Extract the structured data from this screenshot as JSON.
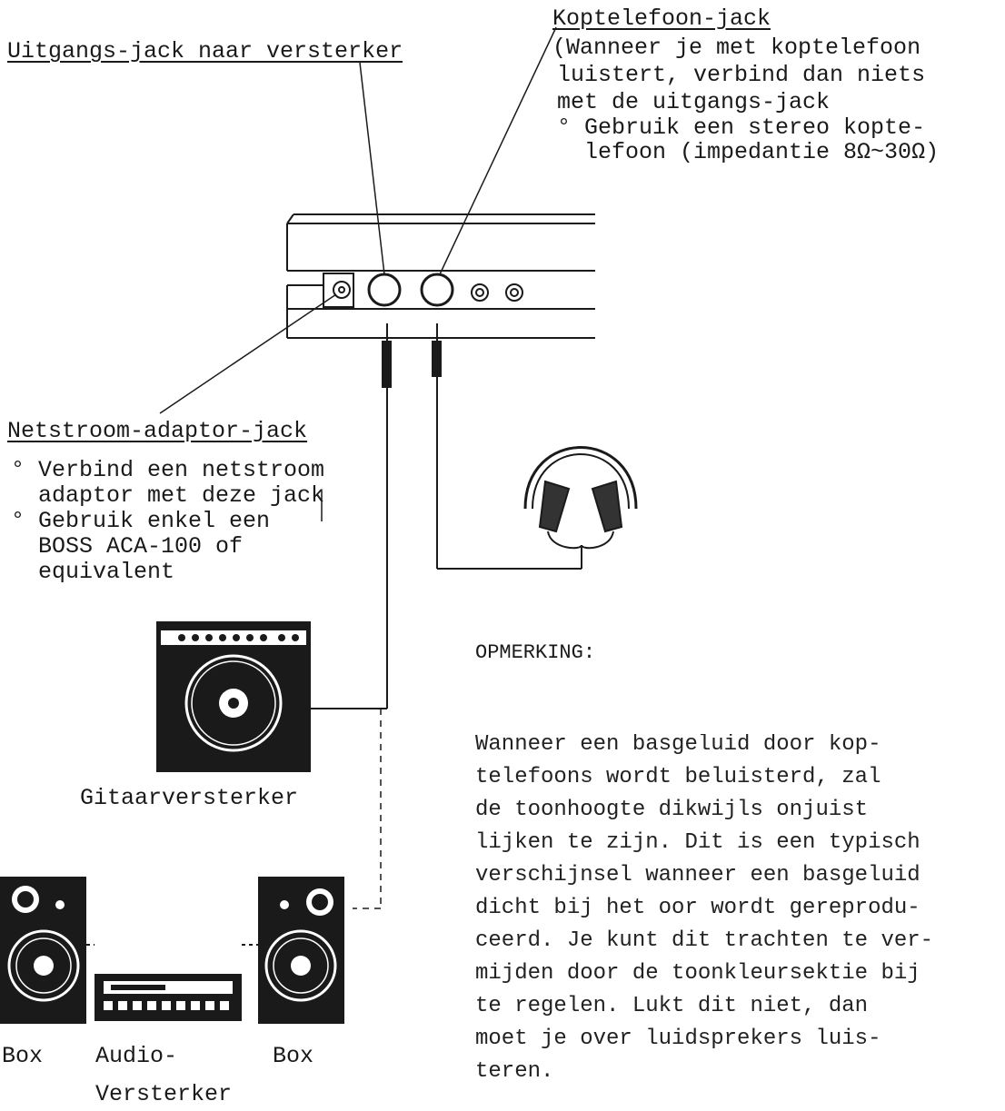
{
  "labels": {
    "output_jack": "Uitgangs-jack naar versterker",
    "headphone_jack": "Koptelefoon-jack",
    "headphone_note": [
      "(Wanneer je met koptelefoon",
      "luistert, verbind dan niets",
      "met de uitgangs-jack",
      "° Gebruik een stereo kopte-",
      "  lefoon (impedantie 8Ω~30Ω)"
    ],
    "adaptor_jack": "Netstroom-adaptor-jack",
    "adaptor_note": [
      "° Verbind een netstroom",
      "  adaptor met deze jack",
      "° Gebruik enkel een",
      "  BOSS ACA-100 of",
      "  equivalent"
    ],
    "guitar_amp": "Gitaarversterker",
    "box_left": "Box",
    "audio_amp_line1": "Audio-",
    "audio_amp_line2": "Versterker",
    "box_right": "Box"
  },
  "note": {
    "heading": "OPMERKING:",
    "lines": [
      "Wanneer een basgeluid door kop-",
      "telefoons wordt beluisterd, zal",
      "de toonhoogte dikwijls onjuist",
      "lijken te zijn. Dit is een typisch",
      "verschijnsel wanneer een basgeluid",
      "dicht bij het oor wordt gereprodu-",
      "ceerd. Je kunt dit trachten te ver-",
      "mijden door de toonkleursektie bij",
      "te regelen. Lukt dit niet, dan",
      "moet je over luidsprekers luis-",
      "teren."
    ]
  },
  "icons": [
    "device-panel",
    "dc-jack-icon",
    "output-jack-icon",
    "headphone-jack-icon",
    "headphones-icon",
    "guitar-amp-icon",
    "speaker-box-icon",
    "audio-amp-icon"
  ]
}
